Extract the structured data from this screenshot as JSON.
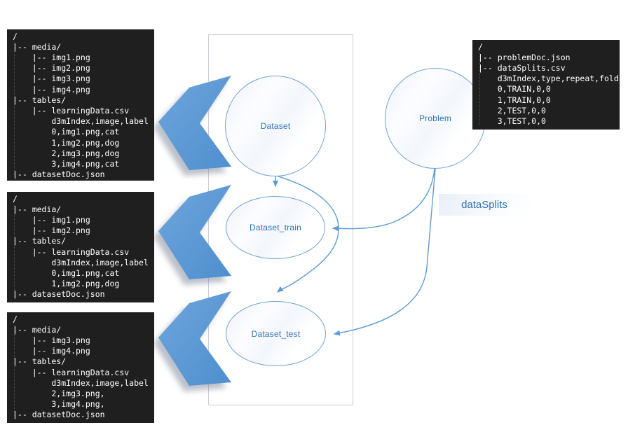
{
  "diagram": {
    "nodes": {
      "dataset": "Dataset",
      "problem": "Problem",
      "dataset_train": "Dataset_train",
      "dataset_test": "Dataset_test"
    },
    "edge_label": "dataSplits",
    "colors": {
      "accent_blue": "#5B9BD5",
      "node_border": "#6FA3D8",
      "node_text": "#2E74B5",
      "edge_label_text": "#2E74B5",
      "terminal_bg": "#1F1F1F",
      "terminal_text": "#FFFFFF",
      "frame_border": "#CFCDD8"
    }
  },
  "file_trees": {
    "dataset": {
      "lines": [
        "/",
        "|-- media/",
        "    |-- img1.png",
        "    |-- img2.png",
        "    |-- img3.png",
        "    |-- img4.png",
        "|-- tables/",
        "    |-- learningData.csv",
        "        d3mIndex,image,label",
        "        0,img1.png,cat",
        "        1,img2.png,dog",
        "        2,img3.png,dog",
        "        3,img4.png,cat",
        "|-- datasetDoc.json"
      ]
    },
    "dataset_train": {
      "lines": [
        "/",
        "|-- media/",
        "    |-- img1.png",
        "    |-- img2.png",
        "|-- tables/",
        "    |-- learningData.csv",
        "        d3mIndex,image,label",
        "        0,img1.png,cat",
        "        1,img2.png,dog",
        "|-- datasetDoc.json"
      ]
    },
    "dataset_test": {
      "lines": [
        "/",
        "|-- media/",
        "    |-- img3.png",
        "    |-- img4.png",
        "|-- tables/",
        "    |-- learningData.csv",
        "        d3mIndex,image,label",
        "        2,img3.png,",
        "        3,img4.png,",
        "|-- datasetDoc.json"
      ]
    },
    "problem": {
      "lines": [
        "/",
        "|-- problemDoc.json",
        "|-- dataSplits.csv",
        "    d3mIndex,type,repeat,fold",
        "    0,TRAIN,0,0",
        "    1,TRAIN,0,0",
        "    2,TEST,0,0",
        "    3,TEST,0,0"
      ]
    }
  }
}
